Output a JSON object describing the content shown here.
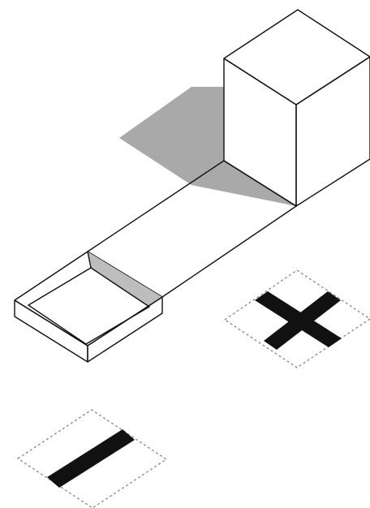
{
  "diagram": {
    "kind": "isometric-line-drawing",
    "colors": {
      "background": "#ffffff",
      "line": "#111111",
      "cast_shadow": "#a9a9a9",
      "cube_shaded_face": "#cccccc",
      "tray_inner_shade": "#bdbdbd",
      "symbol_fill": "#111111",
      "dashed_outline": "#8f8f8f"
    },
    "elements": [
      "cube",
      "cast-shadow",
      "platform-path",
      "open-tray",
      "cross-symbol-tile",
      "dash-symbol-tile"
    ]
  }
}
